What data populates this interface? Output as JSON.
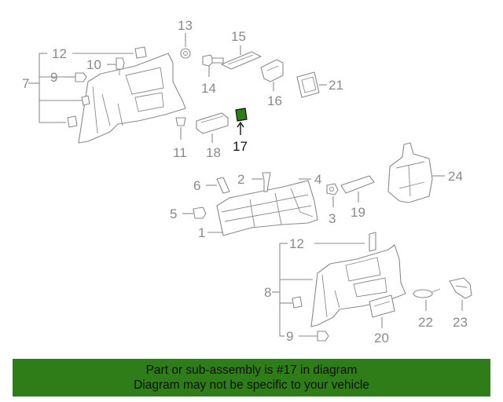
{
  "diagram": {
    "labels": {
      "l1": "1",
      "l2": "2",
      "l3": "3",
      "l4": "4",
      "l5": "5",
      "l6": "6",
      "l7": "7",
      "l8": "8",
      "l9a": "9",
      "l9b": "9",
      "l10": "10",
      "l11": "11",
      "l12a": "12",
      "l12b": "12",
      "l13": "13",
      "l14": "14",
      "l15": "15",
      "l16": "16",
      "l17": "17",
      "l18": "18",
      "l19": "19",
      "l20": "20",
      "l21": "21",
      "l22": "22",
      "l23": "23",
      "l24": "24"
    },
    "highlight_color": "#2e7d18"
  },
  "footer": {
    "line1": "Part or sub-assembly is #17 in diagram",
    "line2": "Diagram may not be specific to your vehicle",
    "background": "#2e7d18"
  }
}
